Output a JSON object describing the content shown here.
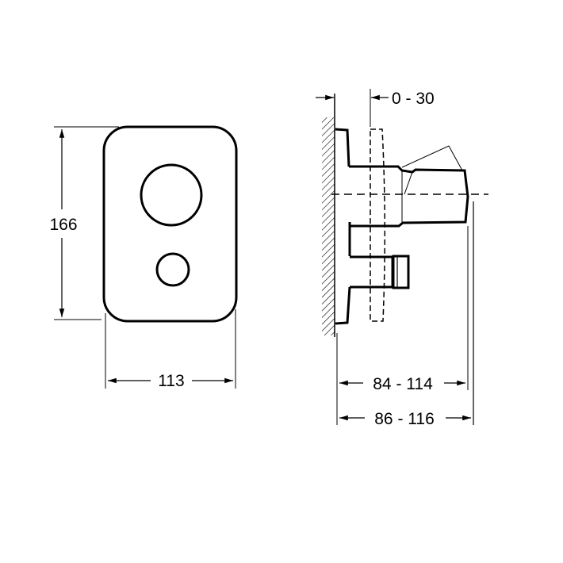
{
  "front_view": {
    "height_label": "166",
    "width_label": "113"
  },
  "side_view": {
    "offset_label": "0 - 30",
    "depth_label_1": "84 - 114",
    "depth_label_2": "86 - 116"
  },
  "colors": {
    "line": "#000000",
    "background": "#ffffff"
  }
}
